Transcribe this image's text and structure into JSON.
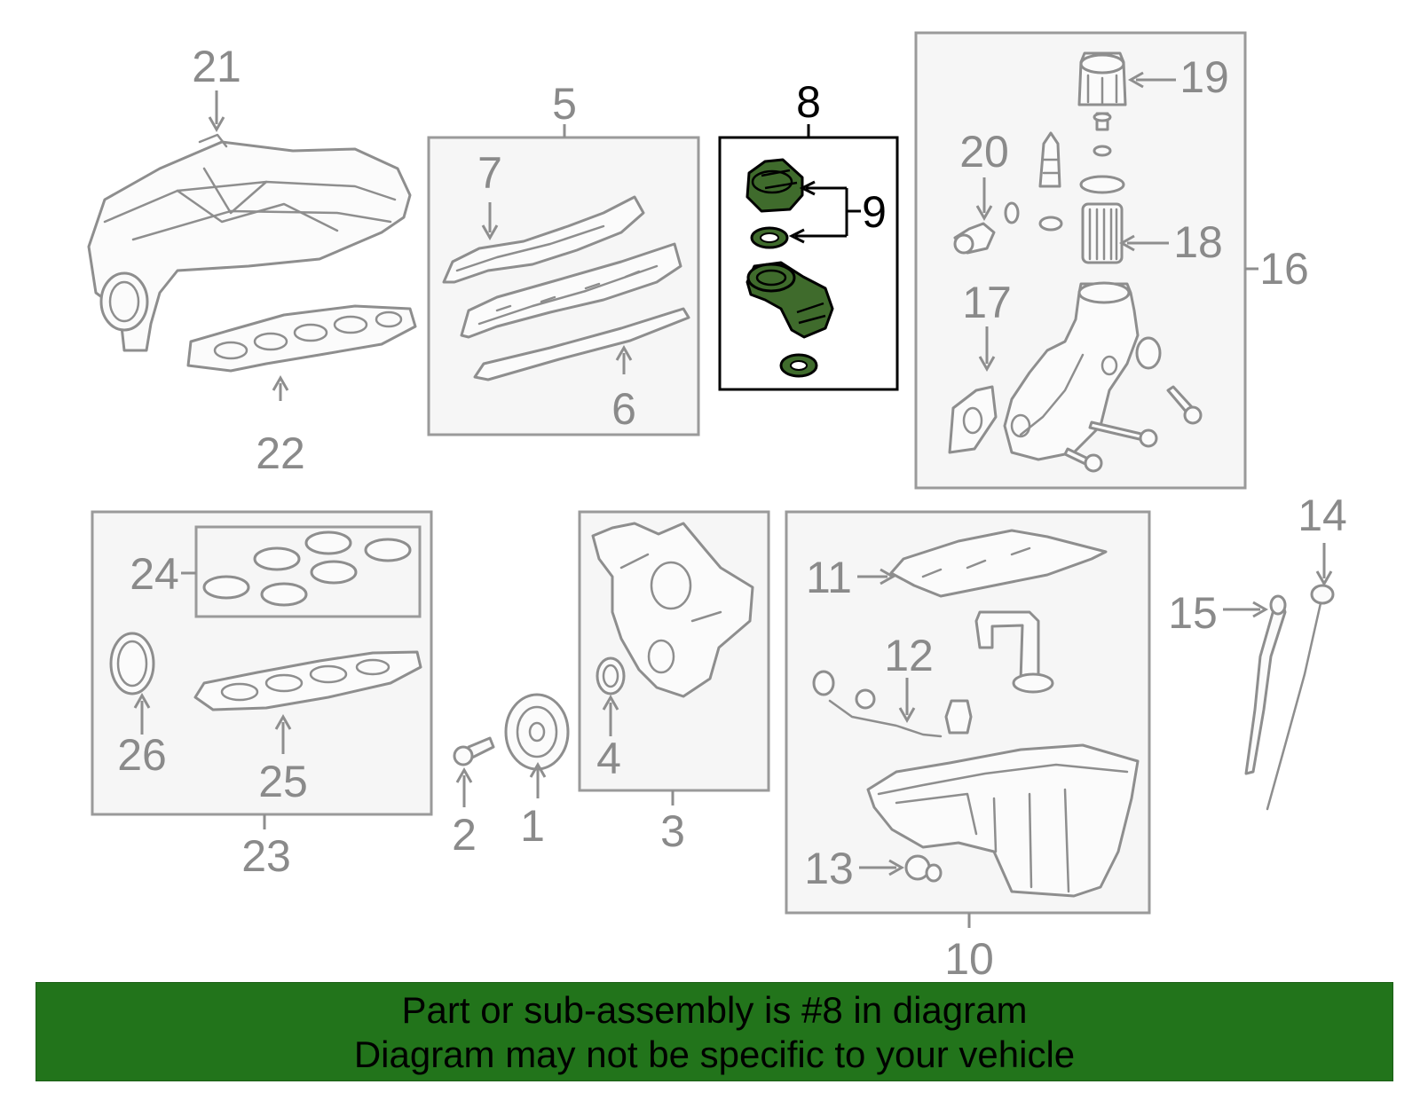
{
  "diagram": {
    "callouts": [
      {
        "id": "c1",
        "label": "1"
      },
      {
        "id": "c2",
        "label": "2"
      },
      {
        "id": "c3",
        "label": "3"
      },
      {
        "id": "c4",
        "label": "4"
      },
      {
        "id": "c5",
        "label": "5"
      },
      {
        "id": "c6",
        "label": "6"
      },
      {
        "id": "c7",
        "label": "7"
      },
      {
        "id": "c8",
        "label": "8"
      },
      {
        "id": "c9",
        "label": "9"
      },
      {
        "id": "c10",
        "label": "10"
      },
      {
        "id": "c11",
        "label": "11"
      },
      {
        "id": "c12",
        "label": "12"
      },
      {
        "id": "c13",
        "label": "13"
      },
      {
        "id": "c14",
        "label": "14"
      },
      {
        "id": "c15",
        "label": "15"
      },
      {
        "id": "c16",
        "label": "16"
      },
      {
        "id": "c17",
        "label": "17"
      },
      {
        "id": "c18",
        "label": "18"
      },
      {
        "id": "c19",
        "label": "19"
      },
      {
        "id": "c20",
        "label": "20"
      },
      {
        "id": "c21",
        "label": "21"
      },
      {
        "id": "c22",
        "label": "22"
      },
      {
        "id": "c23",
        "label": "23"
      },
      {
        "id": "c24",
        "label": "24"
      },
      {
        "id": "c25",
        "label": "25"
      },
      {
        "id": "c26",
        "label": "26"
      }
    ],
    "highlight_color": "#3f6b2c"
  },
  "banner": {
    "line1": "Part or sub-assembly is #8 in diagram",
    "line2": "Diagram may not be specific to your vehicle",
    "background": "#22741b"
  }
}
